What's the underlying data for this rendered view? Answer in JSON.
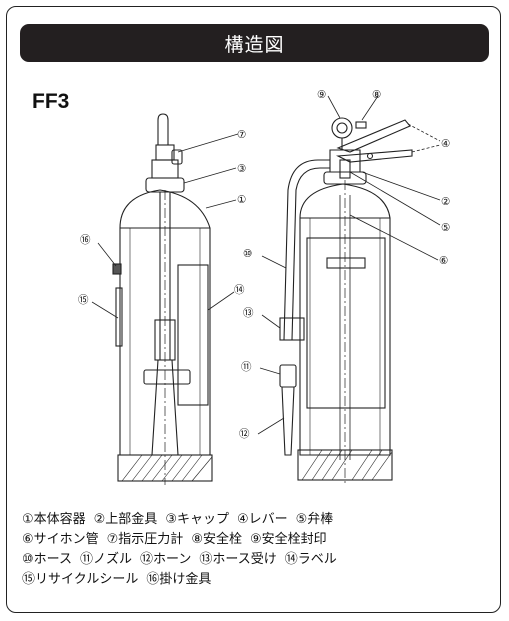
{
  "header": {
    "title": "構造図"
  },
  "model": "FF3",
  "callouts": [
    "①",
    "②",
    "③",
    "④",
    "⑤",
    "⑥",
    "⑦",
    "⑧",
    "⑨",
    "⑩",
    "⑪",
    "⑫",
    "⑬",
    "⑭",
    "⑮",
    "⑯"
  ],
  "legend": {
    "row1": [
      "①本体容器",
      "②上部金具",
      "③キャップ",
      "④レバー",
      "⑤弁棒"
    ],
    "row2": [
      "⑥サイホン管",
      "⑦指示圧力計",
      "⑧安全栓",
      "⑨安全栓封印"
    ],
    "row3": [
      "⑩ホース",
      "⑪ノズル",
      "⑫ホーン",
      "⑬ホース受け",
      "⑭ラベル"
    ],
    "row4": [
      "⑮リサイクルシール",
      "⑯掛け金具"
    ]
  }
}
